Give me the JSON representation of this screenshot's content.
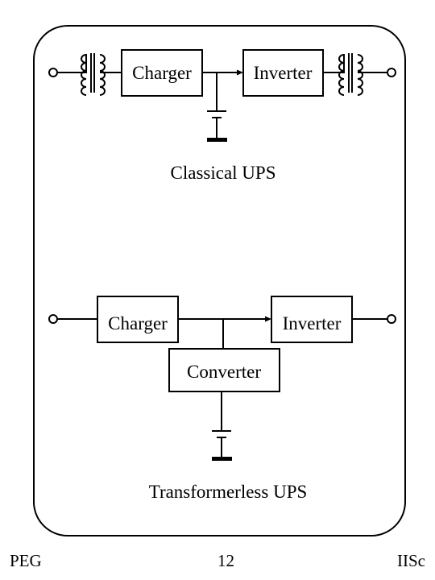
{
  "classical": {
    "charger_label": "Charger",
    "inverter_label": "Inverter",
    "caption": "Classical UPS"
  },
  "transformerless": {
    "charger_label": "Charger",
    "inverter_label": "Inverter",
    "converter_label": "Converter",
    "caption": "Transformerless UPS"
  },
  "footer": {
    "left": "PEG",
    "page_number": "12",
    "right": "IISc"
  }
}
